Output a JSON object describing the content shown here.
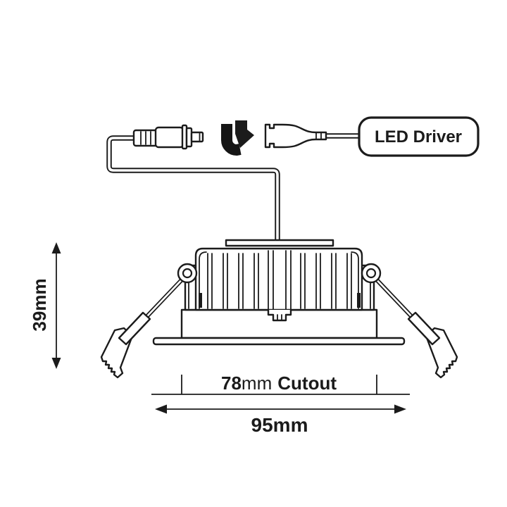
{
  "diagram": {
    "title_hint": "recessed LED downlight installation diagram",
    "driver": {
      "label": "LED Driver"
    },
    "dimensions": {
      "height": "39mm",
      "cutout_value": "78",
      "cutout_unit": "mm",
      "cutout_suffix": "Cutout",
      "width": "95mm"
    },
    "icons": {
      "twist_arrow": "twist-to-connect-arrow",
      "male_connector": "dc-plug-male",
      "female_connector": "dc-plug-female",
      "spring_clips": "retention-spring-clips"
    },
    "colors": {
      "line": "#1b1b1b",
      "background": "#ffffff"
    }
  }
}
